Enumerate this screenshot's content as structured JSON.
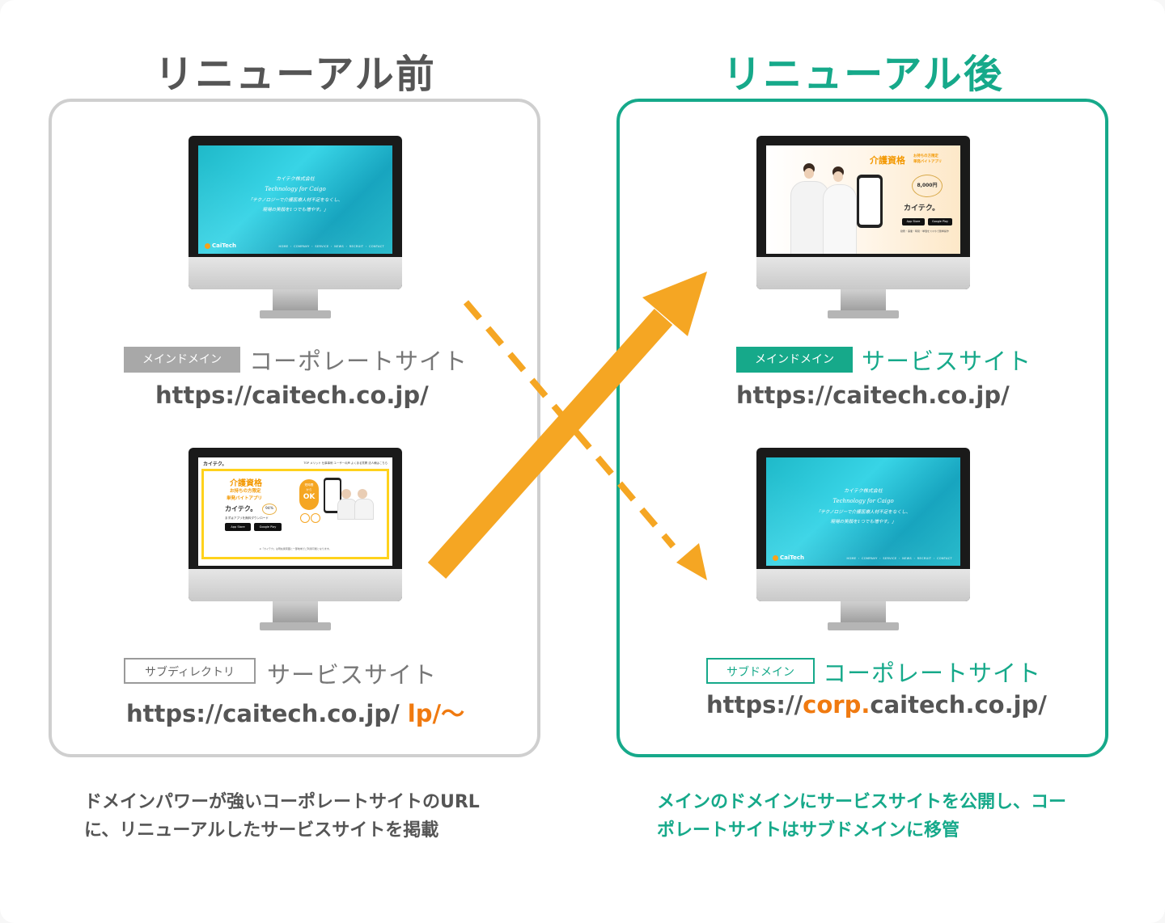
{
  "headings": {
    "before": "リニューアル前",
    "after": "リニューアル後"
  },
  "before": {
    "main": {
      "badge": "メインドメイン",
      "site": "コーポレートサイト",
      "url": "https://caitech.co.jp/"
    },
    "sub": {
      "badge": "サブディレクトリ",
      "site": "サービスサイト",
      "url_base": "https://caitech.co.jp/",
      "url_highlight": "lp/〜"
    },
    "caption": "ドメインパワーが強いコーポレートサイトのURLに、リニューアルしたサービスサイトを掲載"
  },
  "after": {
    "main": {
      "badge": "メインドメイン",
      "site": "サービスサイト",
      "url": "https://caitech.co.jp/"
    },
    "sub": {
      "badge": "サブドメイン",
      "site": "コーポレートサイト",
      "url_prefix": "https://",
      "url_highlight": "corp.",
      "url_rest": "caitech.co.jp/"
    },
    "caption": "メインのドメインにサービスサイトを公開し、コーポレートサイトはサブドメインに移管"
  },
  "screens": {
    "corporate": {
      "company": "カイテク株式会社",
      "tagline": "Technology for Caigo",
      "line1": "「テクノロジーで介護医療人材不足をなくし、",
      "line2": "現場の笑顔を1つでも増やす。」",
      "logo": "CaiTech",
      "nav": "HOME ・ COMPANY ・ SERVICE ・ NEWS ・ RECRUIT ・ CONTACT"
    },
    "lp": {
      "logo": "カイテク。",
      "nav": "TOP メリット 仕事事例 ユーザーの声 よくある質問 法人様はこちら",
      "title1": "介護資格",
      "title2": "お持ちの方限定",
      "title3": "単発バイトアプリ",
      "brand": "カイテク。",
      "percent": "94%",
      "download": "まずはアプリを無料ダウンロード",
      "ok_top": "短時間",
      "ok_mid": "から",
      "ok": "OK",
      "store1": "App Store",
      "store2": "Google Play",
      "footnote": "※「カイテク」は現在関東圏と一部地域でご利用可能となります。"
    },
    "service": {
      "title": "介護資格",
      "sub1": "お持ちの方限定",
      "sub2": "単発バイトアプリ",
      "award": "8,000円",
      "brand": "カイテク。",
      "store1": "App Store",
      "store2": "Google Play",
      "note": "勤務・事業・時間・単価をスマホで簡単操作"
    }
  },
  "colors": {
    "teal": "#16a98a",
    "orange": "#f5a623",
    "gray": "#555555"
  }
}
